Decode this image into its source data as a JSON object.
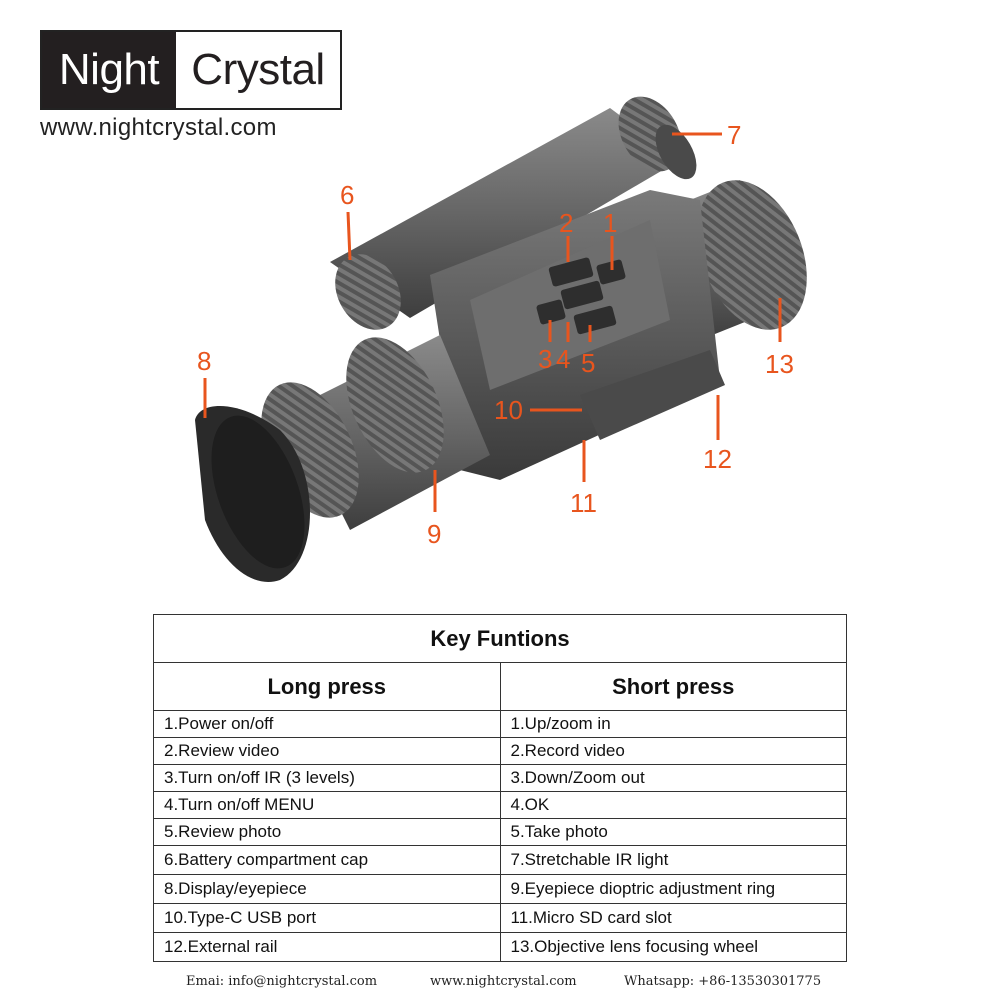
{
  "brand": {
    "name_part1": "Night",
    "name_part2": "Crystal",
    "website": "www.nightcrystal.com"
  },
  "callouts": [
    "1",
    "2",
    "3",
    "4",
    "5",
    "6",
    "7",
    "8",
    "9",
    "10",
    "11",
    "12",
    "13"
  ],
  "colors": {
    "accent": "#e8551e",
    "device": "#5e5e5e",
    "device_dark": "#333333"
  },
  "table": {
    "title": "Key Funtions",
    "columns": [
      "Long press",
      "Short press"
    ],
    "rows": [
      [
        "1.Power on/off",
        "1.Up/zoom in"
      ],
      [
        "2.Review video",
        "2.Record video"
      ],
      [
        "3.Turn on/off IR (3 levels)",
        "3.Down/Zoom out"
      ],
      [
        "4.Turn on/off MENU",
        "4.OK"
      ],
      [
        "5.Review photo",
        "5.Take photo"
      ],
      [
        "6.Battery compartment cap",
        "7.Stretchable IR light"
      ],
      [
        "8.Display/eyepiece",
        "9.Eyepiece dioptric adjustment ring"
      ],
      [
        "10.Type-C USB port",
        "11.Micro SD card slot"
      ],
      [
        "12.External rail",
        "13.Objective lens focusing wheel"
      ]
    ]
  },
  "footer": {
    "email": "Emai: info@nightcrystal.com",
    "website": "www.nightcrystal.com",
    "whatsapp": "Whatsapp: +86-13530301775"
  }
}
